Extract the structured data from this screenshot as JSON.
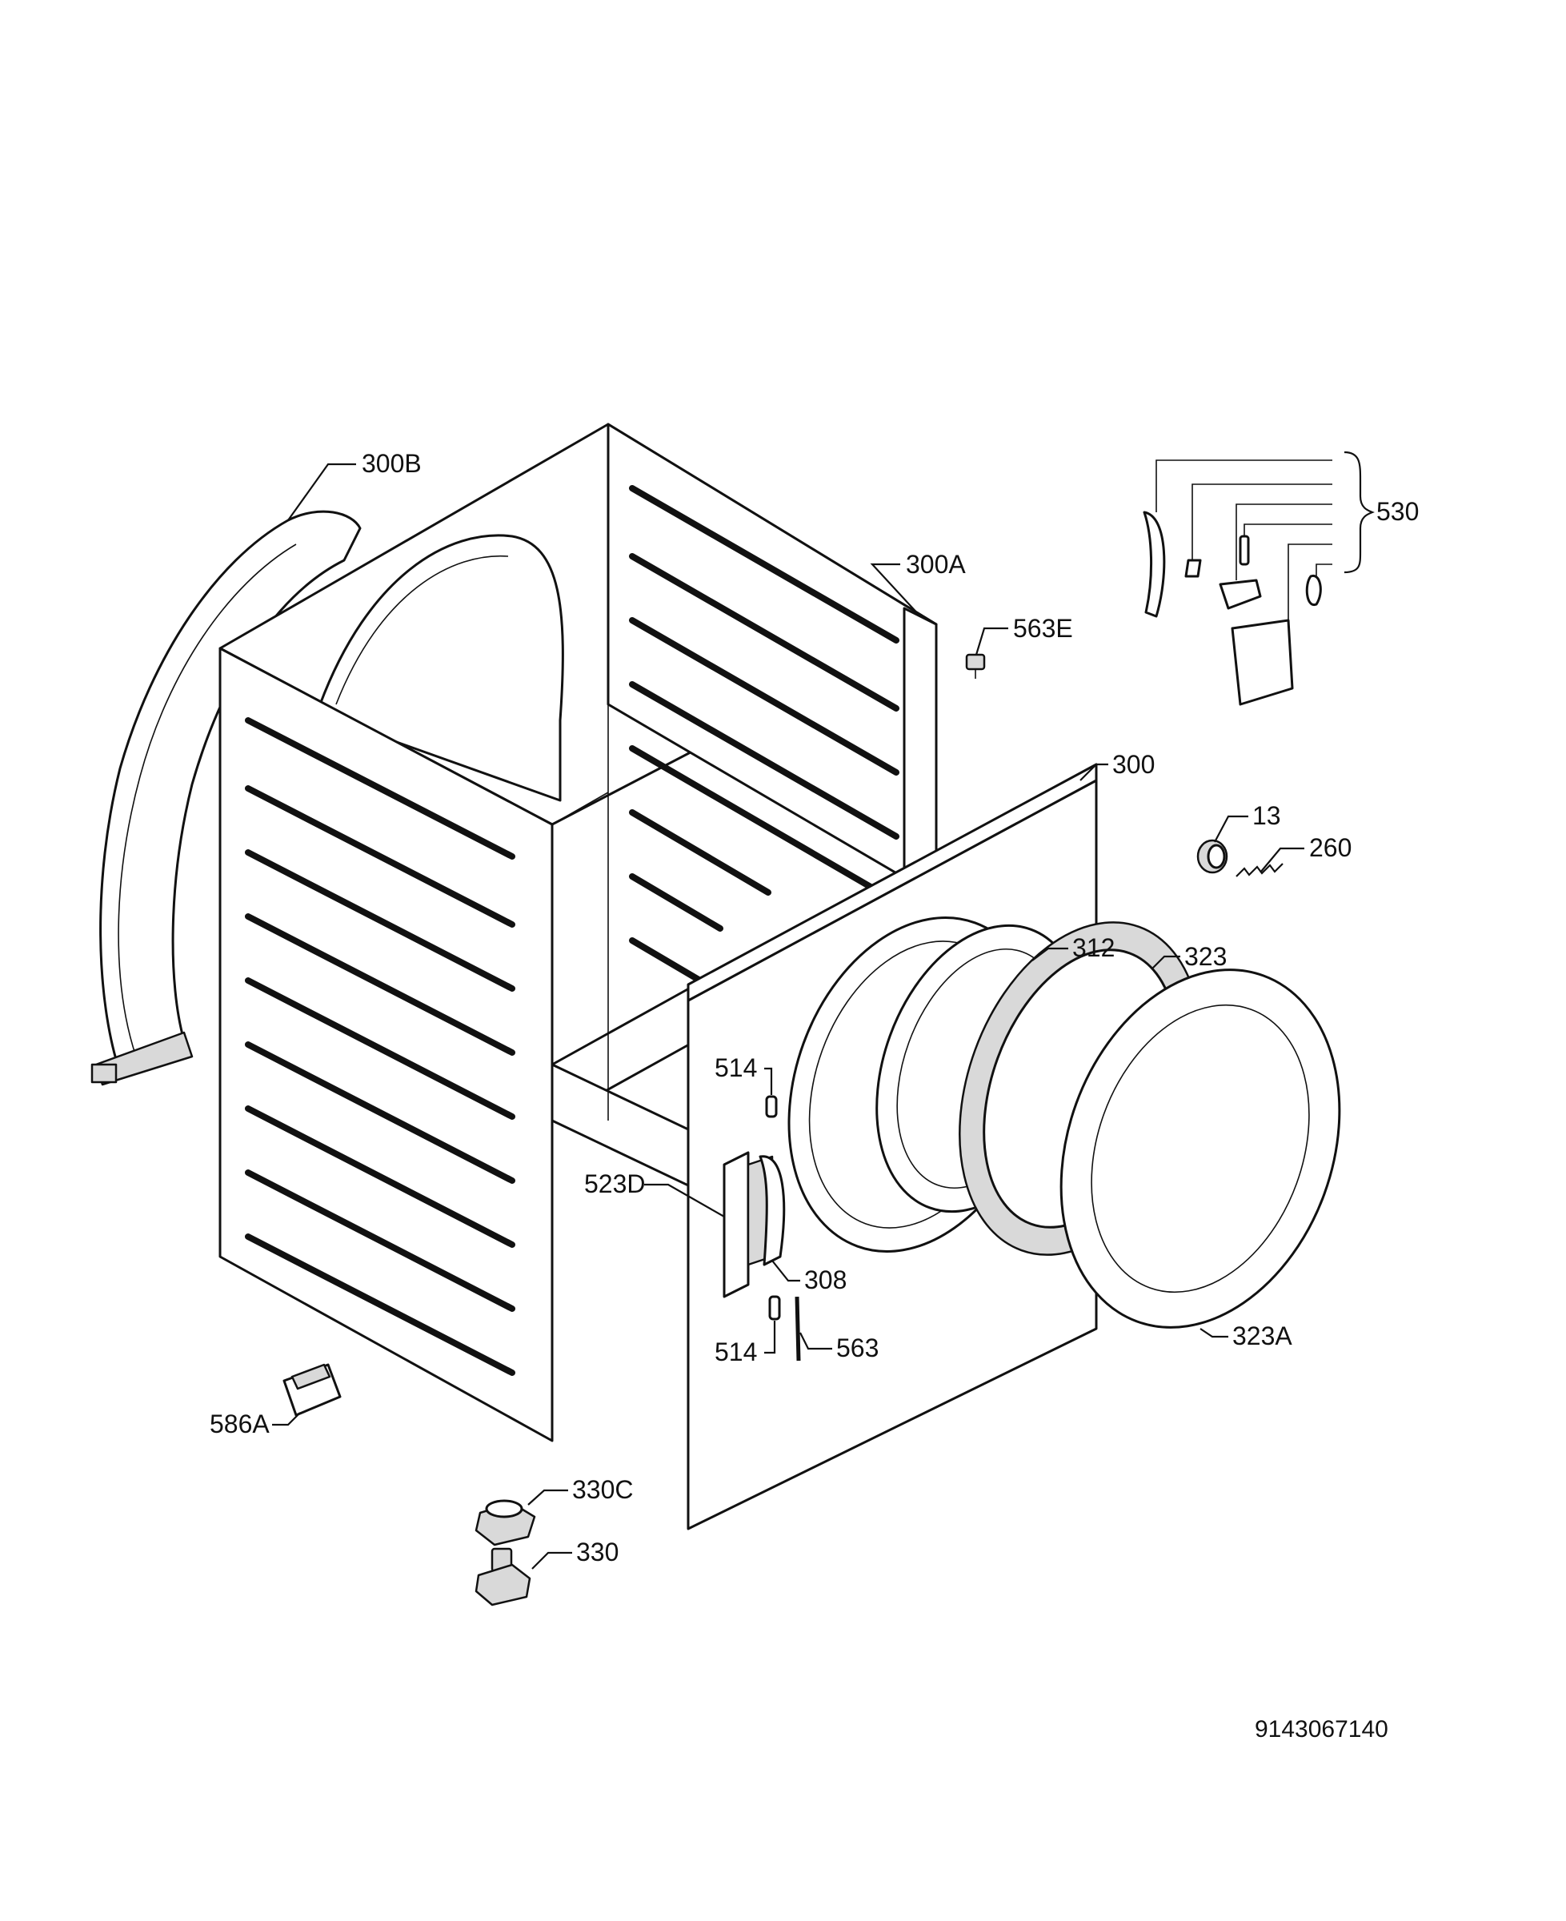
{
  "labels": {
    "l300B": "300B",
    "l300A": "300A",
    "l563E": "563E",
    "l530": "530",
    "l300": "300",
    "l13": "13",
    "l260": "260",
    "l312": "312",
    "l323": "323",
    "l514a": "514",
    "l523D": "523D",
    "l308": "308",
    "l514b": "514",
    "l563": "563",
    "l323A": "323A",
    "l586A": "586A",
    "l330C": "330C",
    "l330": "330"
  },
  "document_number": "9143067140"
}
